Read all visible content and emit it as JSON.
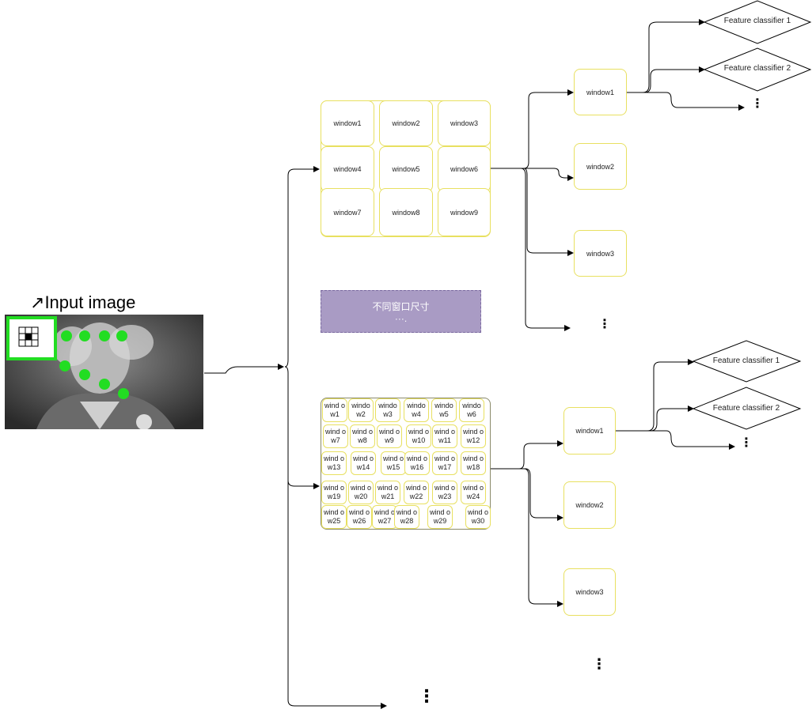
{
  "input": {
    "label": "Input image"
  },
  "note": {
    "line1": "不同窗口尺寸",
    "line2": "···."
  },
  "grid9": {
    "windows": [
      "window1",
      "window2",
      "window3",
      "window4",
      "window5",
      "window6",
      "window7",
      "window8",
      "window9"
    ]
  },
  "grid30": {
    "windows": [
      "wind ow1",
      "windo w2",
      "windo w3",
      "windo w4",
      "windo w5",
      "windo w6",
      "wind ow7",
      "wind ow8",
      "wind ow9",
      "wind ow10",
      "wind ow11",
      "wind ow12",
      "wind ow13",
      "wind ow14",
      "wind ow15",
      "wind ow16",
      "wind ow17",
      "wind ow18",
      "wind ow19",
      "wind ow20",
      "wind ow21",
      "wind ow22",
      "wind ow23",
      "wind ow24",
      "wind ow25",
      "wind ow26",
      "wind ow27",
      "wind ow28",
      "wind ow29",
      "wind ow30"
    ]
  },
  "branch_top": {
    "windows": [
      "window1",
      "window2",
      "window3"
    ]
  },
  "branch_bottom": {
    "windows": [
      "window1",
      "window2",
      "window3"
    ]
  },
  "classifiers_top": [
    "Feature classifier 1",
    "Feature classifier 2"
  ],
  "classifiers_bottom": [
    "Feature classifier 1",
    "Feature classifier 2"
  ],
  "ellipsis": "⋮",
  "colors": {
    "window_border": "#e8e060",
    "note_fill": "#a99bc4",
    "feature_dot": "#22dd22"
  }
}
